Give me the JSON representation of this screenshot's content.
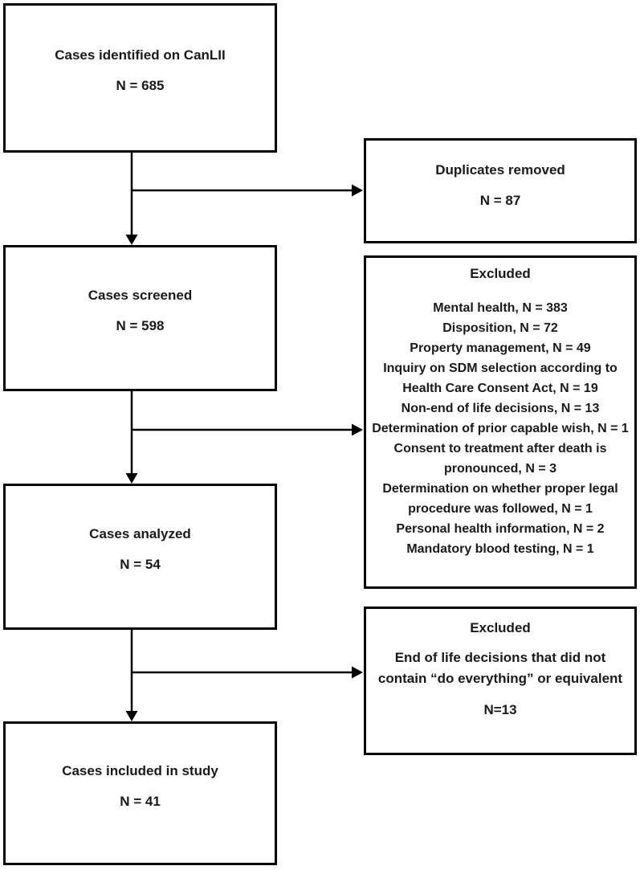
{
  "flow": {
    "left_boxes": [
      {
        "label": "Cases identified on CanLII",
        "count": "N = 685"
      },
      {
        "label": "Cases screened",
        "count": "N = 598"
      },
      {
        "label": "Cases analyzed",
        "count": "N = 54"
      },
      {
        "label": "Cases included in study",
        "count": "N = 41"
      }
    ],
    "right_boxes": [
      {
        "title": "Duplicates removed",
        "count": "N = 87"
      },
      {
        "title": "Excluded",
        "items": [
          "Mental health, N = 383",
          "Disposition, N = 72",
          "Property management, N = 49",
          "Inquiry on SDM selection according to Health Care Consent Act, N = 19",
          "Non-end of life decisions, N = 13",
          "Determination of prior capable wish, N = 1",
          "Consent to treatment after death is pronounced, N = 3",
          "Determination on whether proper legal procedure was followed, N = 1",
          "Personal health information, N = 2",
          "Mandatory blood testing, N = 1"
        ]
      },
      {
        "title": "Excluded",
        "body": "End of life decisions that did not contain “do everything” or equivalent",
        "count": "N=13"
      }
    ],
    "colors": {
      "line": "#000000",
      "background": "#ffffff",
      "text": "#1a1a1a"
    }
  }
}
